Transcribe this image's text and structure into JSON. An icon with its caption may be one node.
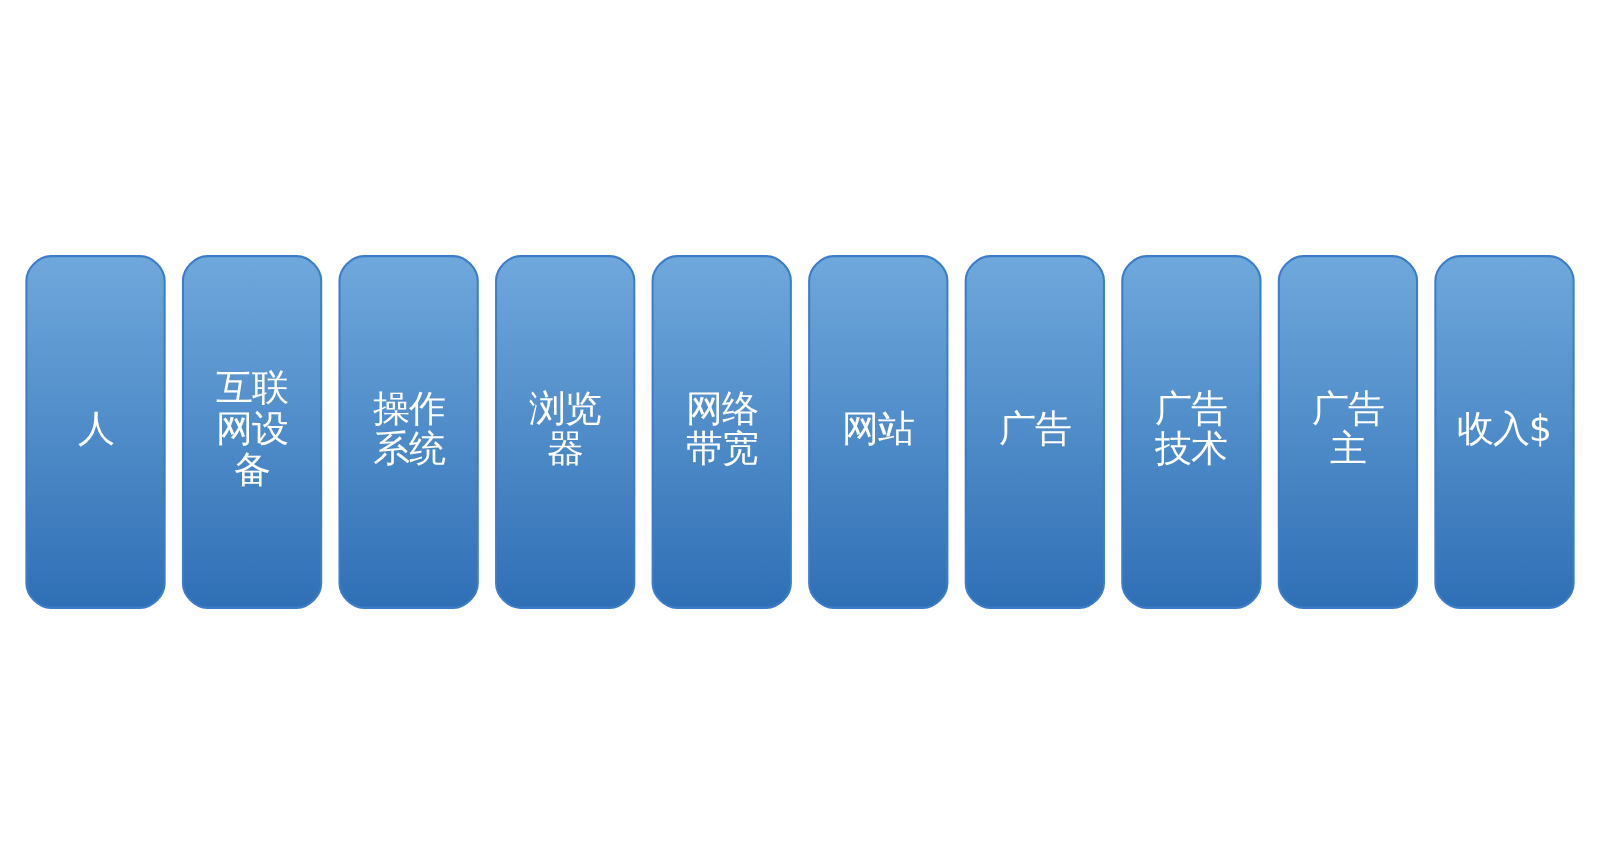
{
  "diagram": {
    "nodes": [
      {
        "text": [
          "人"
        ]
      },
      {
        "text": [
          "互联网设备"
        ]
      },
      {
        "text": [
          "操作系统"
        ]
      },
      {
        "text": [
          "浏览器"
        ]
      },
      {
        "text": [
          "网络带宽"
        ]
      },
      {
        "text": [
          "网站"
        ]
      },
      {
        "text": [
          "广告"
        ]
      },
      {
        "text": [
          "广告技术"
        ]
      },
      {
        "text": [
          "广告主"
        ]
      },
      {
        "text": [
          "收入$"
        ]
      }
    ]
  }
}
